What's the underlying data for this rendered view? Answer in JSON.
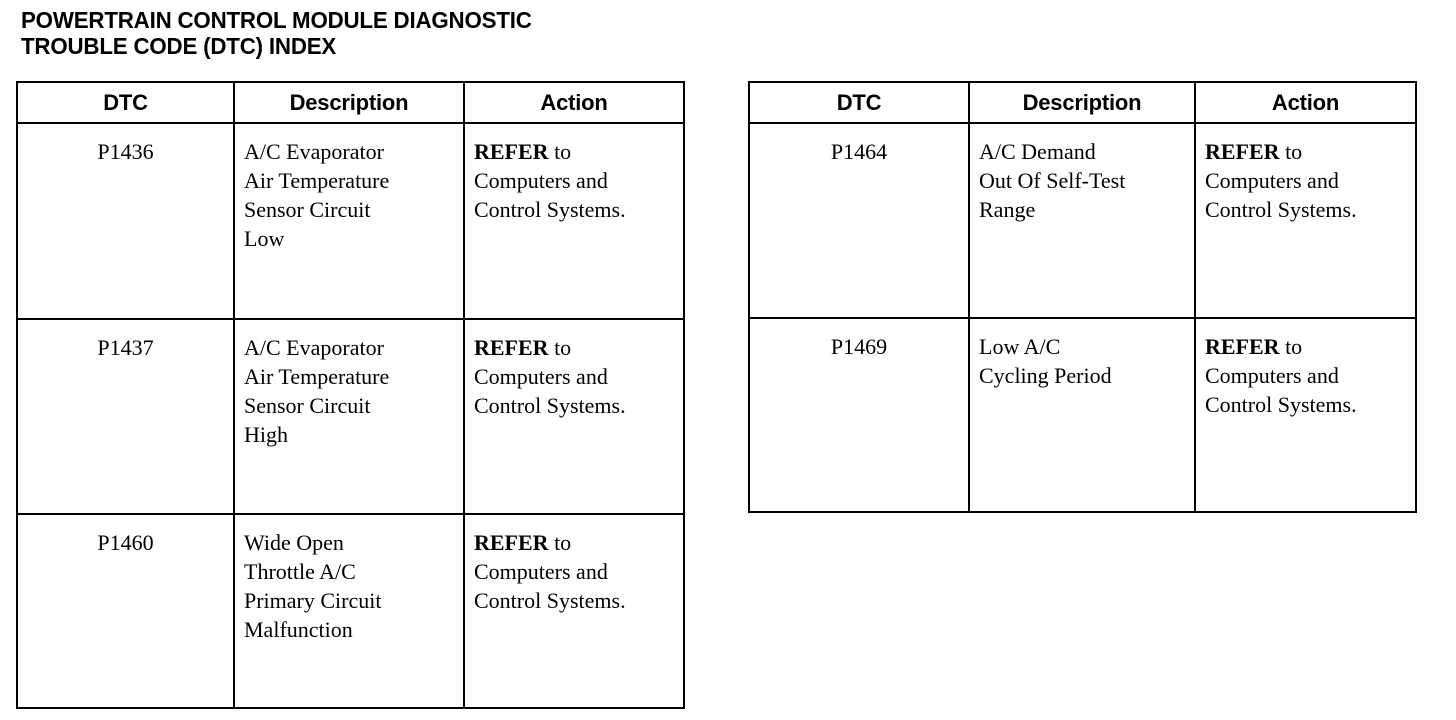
{
  "document": {
    "title": "POWERTRAIN CONTROL MODULE DIAGNOSTIC\nTROUBLE CODE (DTC) INDEX",
    "colors": {
      "text": "#000000",
      "background": "#ffffff",
      "border": "#000000"
    }
  },
  "tables": [
    {
      "id": "left",
      "headers": {
        "dtc": "DTC",
        "description": "Description",
        "action": "Action"
      },
      "rows": [
        {
          "dtc": "P1436",
          "description": "A/C Evaporator\nAir Temperature\nSensor Circuit\nLow",
          "action_emphasis": "REFER",
          "action_rest": " to\nComputers and\nControl Systems."
        },
        {
          "dtc": "P1437",
          "description": "A/C Evaporator\nAir Temperature\nSensor Circuit\nHigh",
          "action_emphasis": "REFER",
          "action_rest": " to\nComputers and\nControl Systems."
        },
        {
          "dtc": "P1460",
          "description": "Wide Open\nThrottle A/C\nPrimary Circuit\nMalfunction",
          "action_emphasis": "REFER",
          "action_rest": " to\nComputers and\nControl Systems."
        }
      ]
    },
    {
      "id": "right",
      "headers": {
        "dtc": "DTC",
        "description": "Description",
        "action": "Action"
      },
      "rows": [
        {
          "dtc": "P1464",
          "description": "A/C Demand\nOut Of Self-Test\nRange",
          "action_emphasis": "REFER",
          "action_rest": " to\nComputers and\nControl Systems."
        },
        {
          "dtc": "P1469",
          "description": "Low A/C\nCycling Period",
          "action_emphasis": "REFER",
          "action_rest": " to\nComputers and\nControl Systems."
        }
      ]
    }
  ]
}
